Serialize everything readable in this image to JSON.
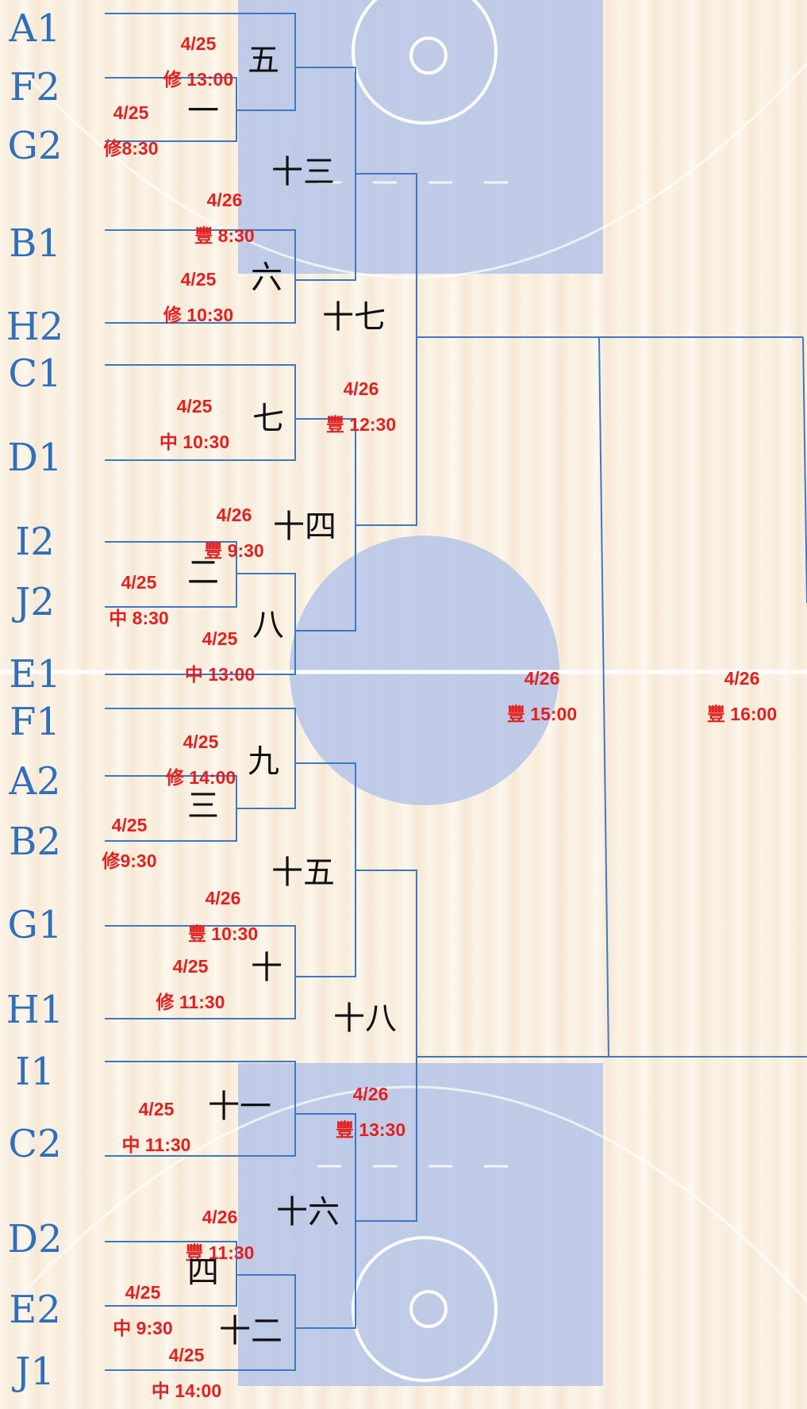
{
  "colors": {
    "line": "#3e78c1",
    "team_text": "#2f6fbb",
    "schedule_text": "#e41f1f",
    "match_number": "#111111",
    "court": "#b5c4e8"
  },
  "teams": [
    "A1",
    "F2",
    "G2",
    "B1",
    "H2",
    "C1",
    "D1",
    "I2",
    "J2",
    "E1",
    "F1",
    "A2",
    "B2",
    "G1",
    "H1",
    "I1",
    "C2",
    "D2",
    "E2",
    "J1"
  ],
  "matches": [
    {
      "num": "一",
      "date": "4/25",
      "time": "修8:30"
    },
    {
      "num": "二",
      "date": "4/25",
      "time": "中 8:30"
    },
    {
      "num": "三",
      "date": "4/25",
      "time": "修9:30"
    },
    {
      "num": "四",
      "date": "4/25",
      "time": "中 9:30"
    },
    {
      "num": "五",
      "date": "4/25",
      "time": "修 13:00"
    },
    {
      "num": "六",
      "date": "4/25",
      "time": "修 10:30"
    },
    {
      "num": "七",
      "date": "4/25",
      "time": "中 10:30"
    },
    {
      "num": "八",
      "date": "4/25",
      "time": "中 13:00"
    },
    {
      "num": "九",
      "date": "4/25",
      "time": "修 14:00"
    },
    {
      "num": "十",
      "date": "4/25",
      "time": "修 11:30"
    },
    {
      "num": "十一",
      "date": "4/25",
      "time": "中 11:30"
    },
    {
      "num": "十二",
      "date": "4/25",
      "time": "中 14:00"
    },
    {
      "num": "十三",
      "date": "4/26",
      "time": "豐 8:30"
    },
    {
      "num": "十四",
      "date": "4/26",
      "time": "豐 9:30"
    },
    {
      "num": "十五",
      "date": "4/26",
      "time": "豐 10:30"
    },
    {
      "num": "十六",
      "date": "4/26",
      "time": "豐 11:30"
    },
    {
      "num": "十七",
      "date": "4/26",
      "time": "豐 12:30"
    },
    {
      "num": "十八",
      "date": "4/26",
      "time": "豐 13:30"
    }
  ],
  "semifinal": {
    "date": "4/26",
    "time": "豐 15:00"
  },
  "final": {
    "date": "4/26",
    "time": "豐 16:00"
  }
}
